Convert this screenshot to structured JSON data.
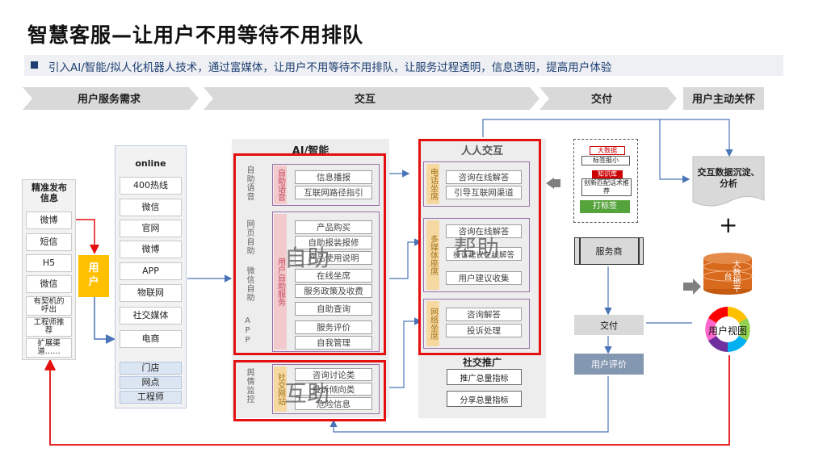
{
  "title": "智慧客服—让用户不用等待不用排队",
  "subtitle": "引入AI/智能/拟人化机器人技术，通过富媒体，让用户不用等待不用排队，让服务过程透明，信息透明，提高用户体验",
  "stages": [
    "用户服务需求",
    "交互",
    "交付",
    "用户主动关怀"
  ],
  "left_column": {
    "header": "精准发布\n信息",
    "items": [
      "微博",
      "短信",
      "H5",
      "微信",
      "有契机的\n呼出",
      "工程师推\n荐",
      "扩展渠\n道……"
    ]
  },
  "user_box": "用\n户",
  "online": {
    "header": "online",
    "items": [
      "400热线",
      "微信",
      "官网",
      "微博",
      "APP",
      "物联网",
      "社交媒体",
      "电商"
    ],
    "offline": [
      "门店",
      "网点",
      "工程师"
    ]
  },
  "ai_panel": {
    "title": "AI/智能",
    "side_labels": [
      "自助语音",
      "网页自助",
      "微信自助",
      "APP"
    ],
    "sub_voice": "自助语音",
    "sub_self": "用户自助服务",
    "voice_items": [
      "信息播报",
      "互联网路径指引"
    ],
    "self_items": [
      "产品购买",
      "自助报装报修",
      "产品使用说明",
      "在线坐席",
      "服务政策及收费",
      "自助查询",
      "服务评价",
      "自我管理"
    ],
    "watermark": "自助"
  },
  "opinion_panel": {
    "side_label": "舆情监控",
    "sub": "社交网站",
    "items": [
      "咨询讨论类",
      "投诉倾向类",
      "危险信息"
    ],
    "watermark": "互助"
  },
  "human_panel": {
    "title": "人人交互",
    "groups": [
      {
        "label": "电话坐席",
        "items": [
          "咨询在线解答",
          "引导互联网渠道"
        ]
      },
      {
        "label": "多媒体座席",
        "items": [
          "咨询在线解答",
          "投诉建议在线解答",
          "用户建议收集"
        ]
      },
      {
        "label": "网络坐席",
        "items": [
          "咨询解答",
          "投诉处理"
        ]
      }
    ],
    "watermark": "帮助",
    "social_title": "社交推广",
    "social_items": [
      "推广总量指标",
      "分享总量指标"
    ]
  },
  "delivery": {
    "doc_tags": [
      "大数据",
      "标签报小",
      "知识库",
      "创新匹配话术推荐",
      "打标签"
    ],
    "provider": "服务商",
    "deliver": "交付",
    "review": "用户评价"
  },
  "care": {
    "data_doc": "交互数据沉淀、\n分析",
    "plus": "+",
    "platform": "大数据平台",
    "view": "用户视图"
  },
  "colors": {
    "navy": "#1e3f73",
    "red": "#e40f0f",
    "stage_grey": "#d9d9d9",
    "flow_blue": "#4a74b8",
    "pink": "#f2c9cd",
    "gold": "#f6d8a1",
    "user_yellow": "#ffc000",
    "review_blue": "#8497b0"
  }
}
